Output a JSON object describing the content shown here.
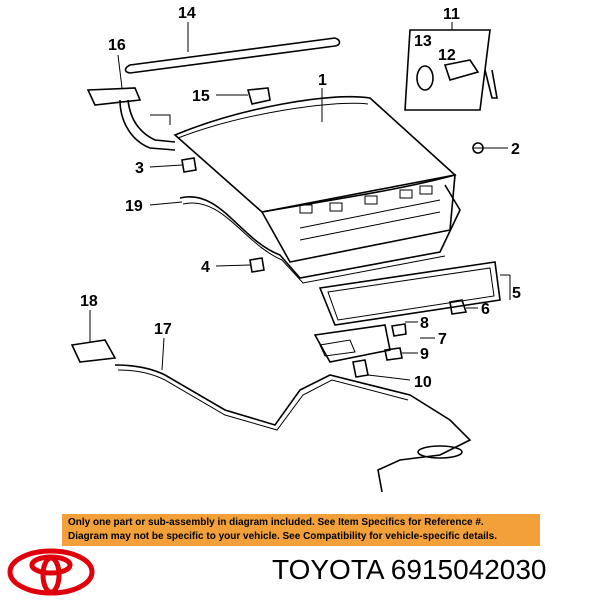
{
  "callouts": [
    "1",
    "2",
    "3",
    "4",
    "5",
    "6",
    "7",
    "8",
    "9",
    "10",
    "11",
    "12",
    "13",
    "14",
    "15",
    "16",
    "17",
    "18",
    "19"
  ],
  "notice": {
    "line1": "Only one part or sub-assembly in diagram included. See Item Specifics for Reference #.",
    "line2": "Diagram may not be specific to your vehicle. See Compatibility for vehicle-specific details."
  },
  "brand": "TOYOTA",
  "part_number": "6915042030",
  "colors": {
    "notice_bg": "#f2a03a",
    "logo": "#e0000b"
  }
}
